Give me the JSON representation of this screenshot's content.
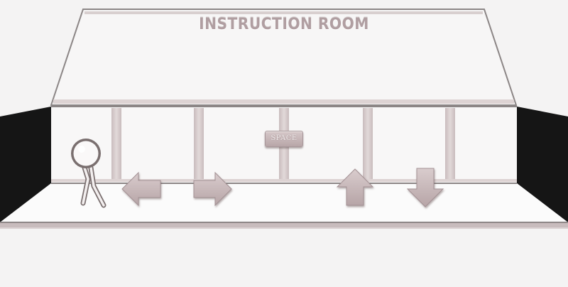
{
  "room": {
    "title": "INSTRUCTION ROOM"
  },
  "controls": {
    "space_label": "SPACE",
    "keys": [
      {
        "name": "left-arrow",
        "icon": "arrow-left-icon"
      },
      {
        "name": "right-arrow",
        "icon": "arrow-right-icon"
      },
      {
        "name": "up-arrow",
        "icon": "arrow-up-icon"
      },
      {
        "name": "down-arrow",
        "icon": "arrow-down-icon"
      }
    ]
  },
  "character": {
    "icon": "stick-figure-icon"
  },
  "colors": {
    "background": "#f4f3f3",
    "wall_dark": "#151515",
    "outline": "#8c8686",
    "beam": "#d6cdcd",
    "accent": "#b09ea1",
    "floor_rail": "#c8bcbd"
  }
}
